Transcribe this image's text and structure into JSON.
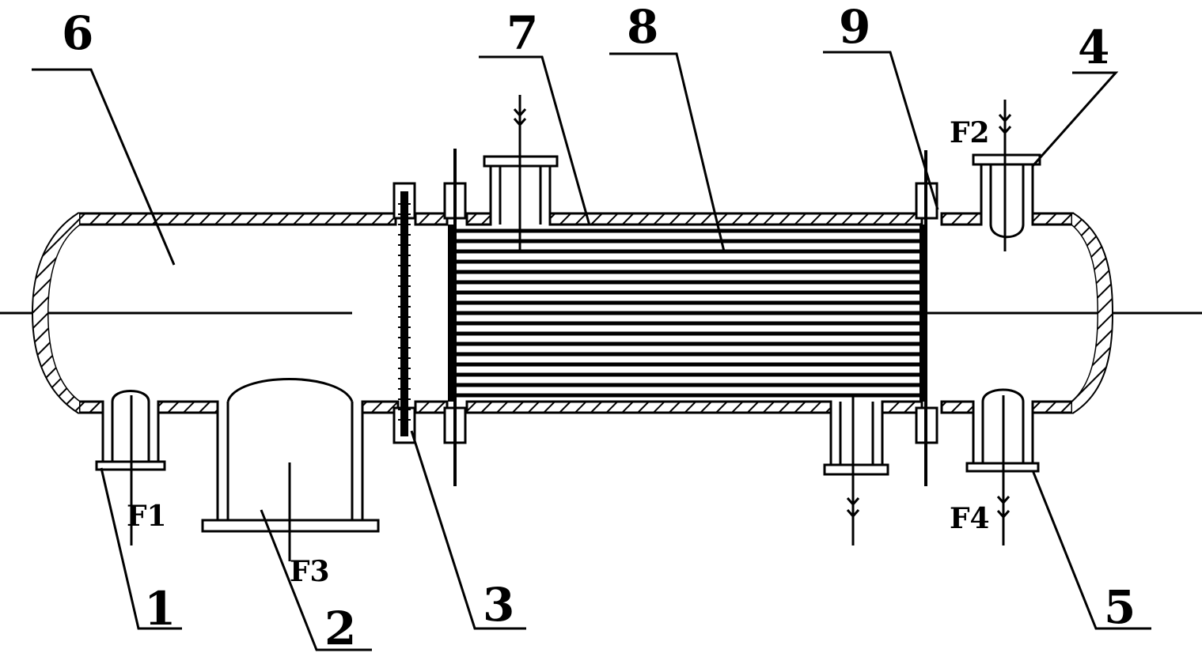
{
  "part_numbers": {
    "p1": "1",
    "p2": "2",
    "p3": "3",
    "p4": "4",
    "p5": "5",
    "p6": "6",
    "p7": "7",
    "p8": "8",
    "p9": "9"
  },
  "flow_labels": {
    "f1": "F1",
    "f2": "F2",
    "f3": "F3",
    "f4": "F4"
  },
  "colors": {
    "line": "#000000",
    "background": "#ffffff"
  }
}
